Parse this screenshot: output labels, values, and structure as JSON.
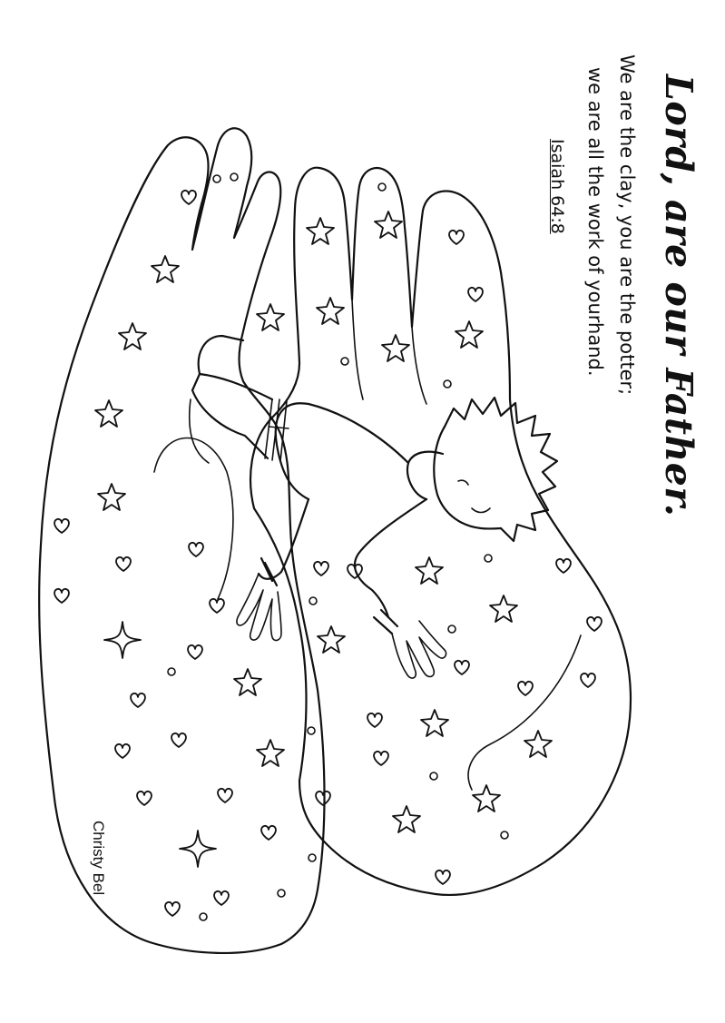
{
  "title": "Lord, are our Father.",
  "verse": {
    "line1": "We are the clay, you are the potter;",
    "line2": "we are all the work of yourhand."
  },
  "reference": "Isaiah 64:8",
  "credit": "Christy Bel",
  "colors": {
    "ink": "#111111",
    "paper": "#ffffff"
  },
  "icons": [
    "star-icon",
    "heart-icon",
    "circle-dot-icon"
  ]
}
